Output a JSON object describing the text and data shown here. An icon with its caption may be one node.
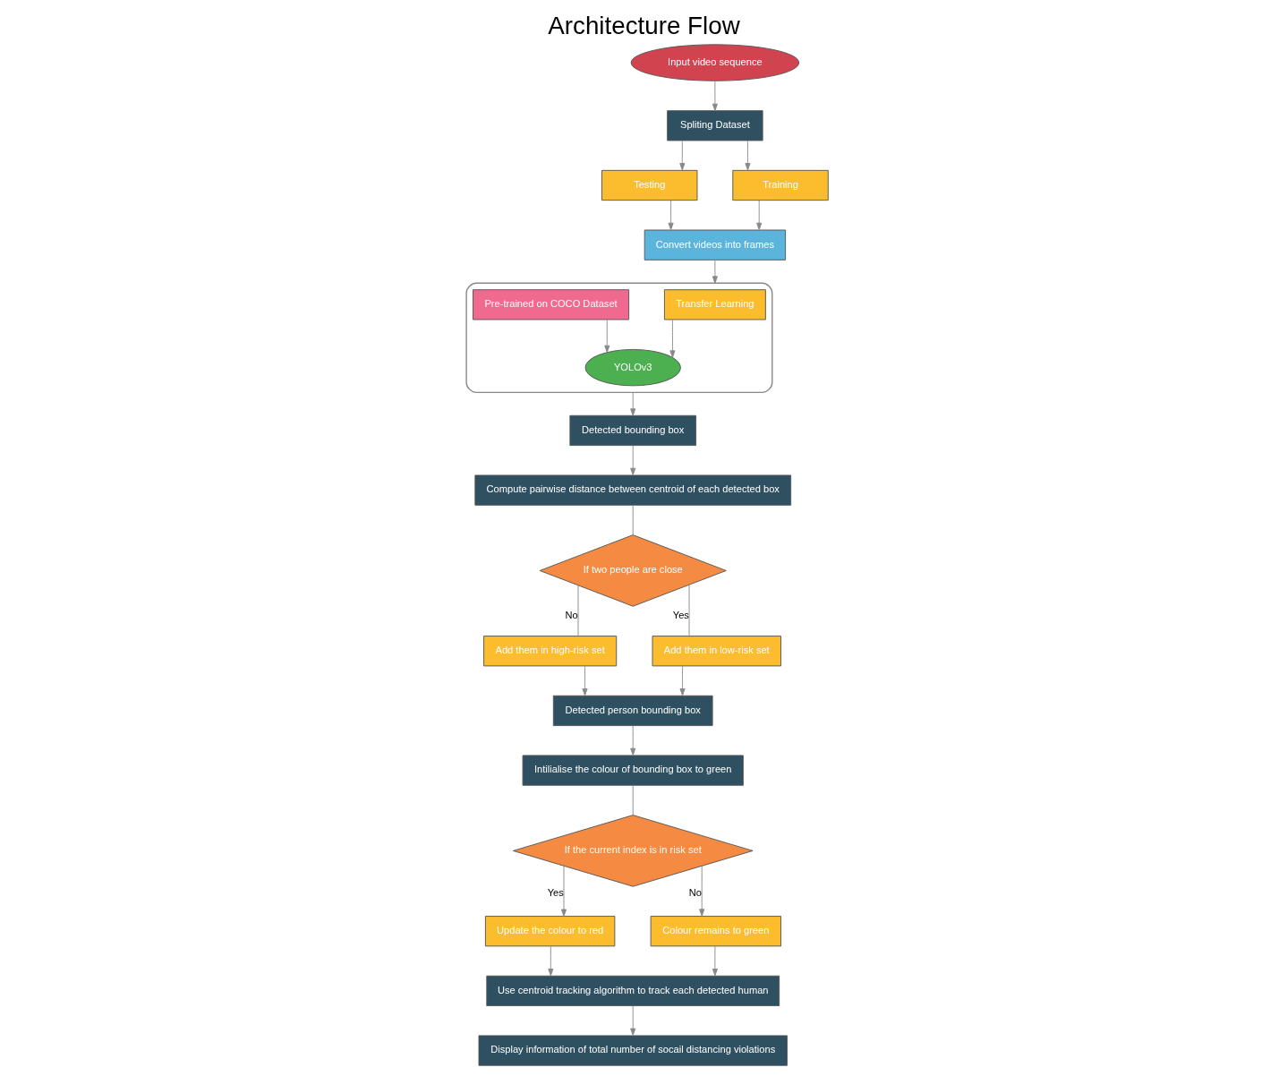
{
  "diagram": {
    "title": "Architecture Flow",
    "nodes": [
      {
        "text": [
          "Input video sequence"
        ]
      },
      {
        "text": [
          "Spliting Dataset"
        ]
      },
      {
        "text": [
          "Testing"
        ]
      },
      {
        "text": [
          "Convert videos into frames"
        ]
      },
      {
        "text": [
          "Training"
        ]
      },
      {
        "text": [],
        "shape": "box"
      },
      {
        "text": [
          "Transfer Learning"
        ],
        "in": 5
      },
      {
        "text": [
          "YOLOv3"
        ],
        "in": 5
      },
      {
        "text": [
          "Pre-trained on COCO Dataset"
        ],
        "in": 5
      },
      {
        "text": [
          "Detected bounding box"
        ]
      },
      {
        "text": [
          "Compute pairwise distance between centroid of each detected box"
        ]
      },
      {
        "text": [
          "If two people are close"
        ]
      },
      {
        "text": [
          "Add them in high-risk set"
        ]
      },
      {
        "text": [
          "Add them in low-risk set"
        ]
      },
      {
        "text": [
          "Detected person bounding box"
        ]
      },
      {
        "text": [
          "Intilialise the colour of bounding box to green"
        ]
      },
      {
        "text": [
          "If the current index is in risk set"
        ]
      },
      {
        "text": [
          "Update the colour to red"
        ]
      },
      {
        "text": [
          "Colour remains to green"
        ]
      },
      {
        "text": [
          "Use centroid tracking algorithm to track each detected human"
        ]
      },
      {
        "text": [
          "Display information of total number of socail distancing violations"
        ]
      }
    ],
    "edges": [
      {
        "from": 0,
        "to": 1,
        "arrow": "to"
      },
      {
        "from": 1,
        "to": 2,
        "arrow": "to"
      },
      {
        "from": 1,
        "to": 4,
        "arrow": "to"
      },
      {
        "from": 2,
        "to": 3,
        "arrow": "to"
      },
      {
        "from": 4,
        "to": 3,
        "arrow": "to"
      },
      {
        "from": 3,
        "to": 5,
        "arrow": "to"
      },
      {
        "from": 6,
        "to": 7,
        "arrow": "to"
      },
      {
        "from": 8,
        "to": 7,
        "arrow": "to"
      },
      {
        "from": 5,
        "to": 9,
        "arrow": "to"
      },
      {
        "from": 9,
        "to": 10,
        "arrow": "to"
      },
      {
        "from": 10,
        "to": 11,
        "arrow": "none"
      },
      {
        "from": 11,
        "to": 12,
        "arrow": "none",
        "label": "No"
      },
      {
        "from": 11,
        "to": 13,
        "arrow": "none",
        "label": "Yes"
      },
      {
        "from": 12,
        "to": 14,
        "arrow": "to"
      },
      {
        "from": 13,
        "to": 14,
        "arrow": "to"
      },
      {
        "from": 14,
        "to": 15,
        "arrow": "to"
      },
      {
        "from": 15,
        "to": 16,
        "arrow": "none"
      },
      {
        "from": 16,
        "to": 17,
        "arrow": "to",
        "label": "Yes"
      },
      {
        "from": 16,
        "to": 18,
        "arrow": "to",
        "label": "No"
      },
      {
        "from": 17,
        "to": 19,
        "arrow": "to"
      },
      {
        "from": 18,
        "to": 19,
        "arrow": "to"
      },
      {
        "from": 19,
        "to": 20,
        "arrow": "to"
      }
    ]
  }
}
